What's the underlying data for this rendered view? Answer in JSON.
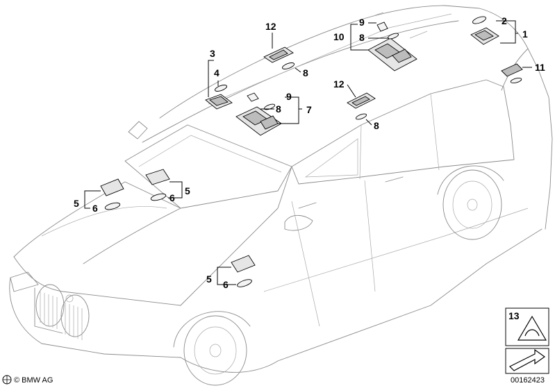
{
  "footer": {
    "copyright": "© BMW AG",
    "diagram_id": "00162423"
  },
  "callouts": {
    "c1": "1",
    "c2": "2",
    "c3": "3",
    "c4": "4",
    "c5a": "5",
    "c5b": "5",
    "c5c": "5",
    "c6a": "6",
    "c6b": "6",
    "c6c": "6",
    "c7": "7",
    "c8a": "8",
    "c8b": "8",
    "c8c": "8",
    "c8d": "8",
    "c9a": "9",
    "c9b": "9",
    "c10": "10",
    "c11": "11",
    "c12a": "12",
    "c12b": "12",
    "c13": "13"
  },
  "colors": {
    "car_outline": "#8a8a8a",
    "leader_lines": "#000000",
    "part_fill": "#e6e6e6"
  }
}
